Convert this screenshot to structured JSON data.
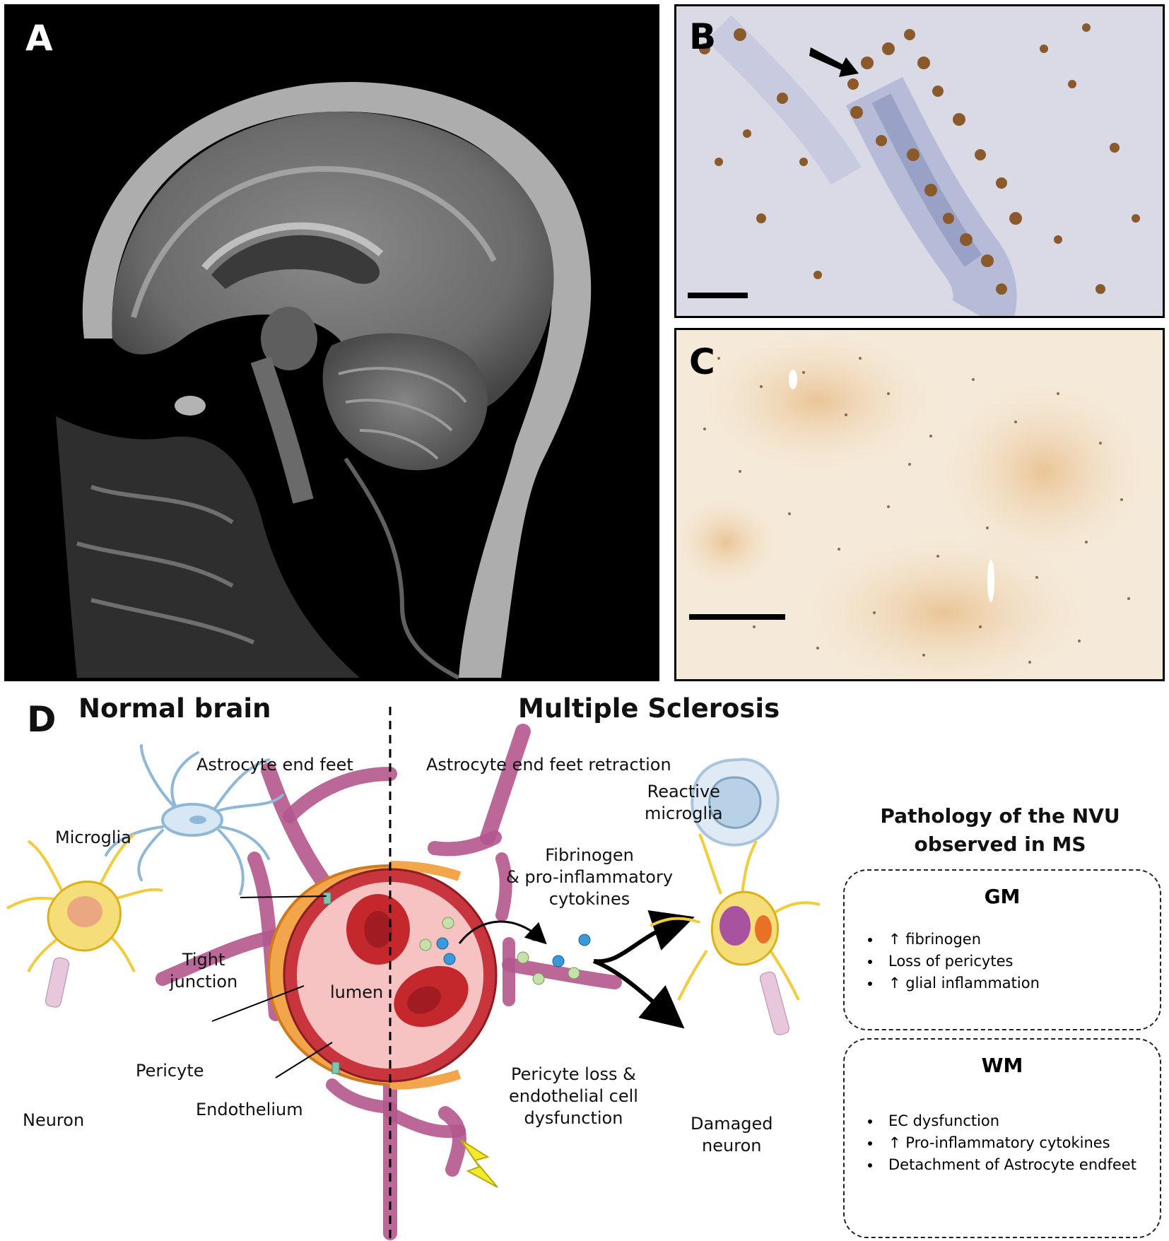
{
  "panels": {
    "a": {
      "label": "A"
    },
    "b": {
      "label": "B"
    },
    "c": {
      "label": "C"
    },
    "d": {
      "label": "D"
    }
  },
  "headings": {
    "normal": "Normal brain",
    "ms": "Multiple Sclerosis"
  },
  "labels": {
    "astrocyte_end_feet": "Astrocyte end feet",
    "astrocyte_retraction": "Astrocyte end feet retraction",
    "microglia": "Microglia",
    "reactive_microglia_1": "Reactive",
    "reactive_microglia_2": "microglia",
    "fibrinogen_1": "Fibrinogen",
    "fibrinogen_2": "& pro-inflammatory",
    "fibrinogen_3": "cytokines",
    "tight_1": "Tight",
    "tight_2": "junction",
    "lumen": "lumen",
    "pericyte": "Pericyte",
    "endothelium": "Endothelium",
    "neuron": "Neuron",
    "pericyte_loss_1": "Pericyte loss &",
    "pericyte_loss_2": "endothelial cell",
    "pericyte_loss_3": "dysfunction",
    "damaged_1": "Damaged",
    "damaged_2": "neuron"
  },
  "pathology": {
    "title_1": "Pathology of the NVU",
    "title_2": "observed in MS",
    "gm": {
      "title": "GM",
      "items": [
        "↑ fibrinogen",
        "Loss of pericytes",
        "↑ glial inflammation"
      ]
    },
    "wm": {
      "title": "WM",
      "items": [
        "EC dysfunction",
        "↑ Pro-inflammatory cytokines",
        " Detachment of Astrocyte endfeet"
      ]
    }
  },
  "colors": {
    "astrocyte": "#b4588e",
    "pericyte": "#f2a54a",
    "endothelium": "#c9353d",
    "lumen": "#f6c3c2",
    "rbc": "#c4272c",
    "microglia": "#8fb7d6",
    "neuron": "#f2cc3c"
  }
}
